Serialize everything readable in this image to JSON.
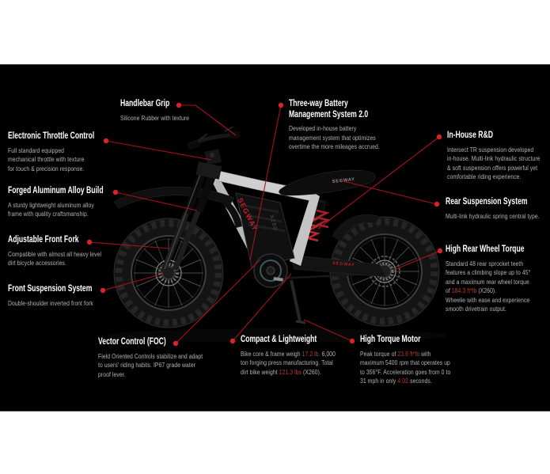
{
  "page": {
    "background": "#ffffff",
    "panel_background": "#000000"
  },
  "colors": {
    "accent_dot": "#d8232b",
    "callout_line": "#a8121d",
    "title_text": "#ffffff",
    "body_text": "#b4b4b4",
    "highlight_text": "#c13a2f",
    "brand_red": "#c1212b"
  },
  "bike": {
    "brand": "SEGWAY",
    "model": "X260"
  },
  "callouts": [
    {
      "id": "handlebar-grip",
      "title": "Handlebar Grip",
      "desc_parts": [
        {
          "t": "Silicone Rubber with texture"
        }
      ]
    },
    {
      "id": "battery-management",
      "title": "Three-way Battery\nManagement System 2.0",
      "desc_parts": [
        {
          "t": "Developed in-house battery\nmanagement system that optimizes\novertime the more mileages accrued."
        }
      ]
    },
    {
      "id": "electronic-throttle-control",
      "title": "Electronic Throttle Control",
      "desc_parts": [
        {
          "t": "Full standard equipped\nmechanical throttle with texture\nfor touch & precision response."
        }
      ]
    },
    {
      "id": "forged-aluminum-alloy-build",
      "title": "Forged Aluminum Alloy Build",
      "desc_parts": [
        {
          "t": "A sturdy lightweight aluminum alloy\nframe with quality craftsmanship."
        }
      ]
    },
    {
      "id": "adjustable-front-fork",
      "title": "Adjustable Front Fork",
      "desc_parts": [
        {
          "t": "Compatible with almost all heavy level\ndirt bicycle accessories."
        }
      ]
    },
    {
      "id": "front-suspension-system",
      "title": "Front Suspension System",
      "desc_parts": [
        {
          "t": "Double-shoulder inverted front fork"
        }
      ]
    },
    {
      "id": "vector-control-foc",
      "title": "Vector Control (FOC)",
      "desc_parts": [
        {
          "t": "Field Oriented Controls stabilize and adapt\nto users' riding habits. IP67 grade water\nproof lever."
        }
      ]
    },
    {
      "id": "compact-lightweight",
      "title": "Compact & Lightweight",
      "desc_parts": [
        {
          "t": "Bike core & frame weigh "
        },
        {
          "t": "17.2 lb.",
          "red": true
        },
        {
          "t": " 6,000\nton forging press manufacturing. Total\ndirt bike weight "
        },
        {
          "t": "121.3 lbs",
          "red": true
        },
        {
          "t": " (X260)."
        }
      ]
    },
    {
      "id": "high-torque-motor",
      "title": "High Torque Motor",
      "desc_parts": [
        {
          "t": "Peak torque of "
        },
        {
          "t": "23.6 ft*lb",
          "red": true
        },
        {
          "t": " with\nmaximum 5400 rpm that operates up\nto 356°F. Acceleration goes from 0 to\n31 mph in only "
        },
        {
          "t": "4.02",
          "red": true
        },
        {
          "t": " seconds."
        }
      ]
    },
    {
      "id": "in-house-rd",
      "title": "In-House R&D",
      "desc_parts": [
        {
          "t": "Intersect TR suspension developed\nin-house. Multi-link hydraulic structure\n& soft suspension offers powerful yet\ncomfortable riding experience."
        }
      ]
    },
    {
      "id": "rear-suspension-system",
      "title": "Rear Suspension System",
      "desc_parts": [
        {
          "t": "Multi-link hydraulic spring central type."
        }
      ]
    },
    {
      "id": "high-rear-wheel-torque",
      "title": "High Rear Wheel Torque",
      "desc_parts": [
        {
          "t": "Standard 48 rear sprocket teeth\nfeatures a climbing slope up to 45°\nand a maximum rear wheel torque\nof "
        },
        {
          "t": "184.3 ft*lb",
          "red": true
        },
        {
          "t": " (X260).\nWheelie with ease and experience\nsmooth drivetrain output."
        }
      ]
    }
  ]
}
